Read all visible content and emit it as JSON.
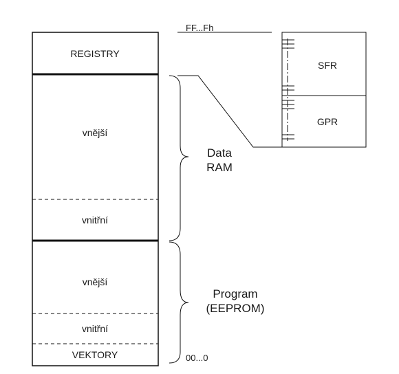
{
  "memory_map": {
    "registers": "REGISTRY",
    "data_external": "vnější",
    "data_internal": "vnitřní",
    "program_external": "vnější",
    "program_internal": "vnitřní",
    "vectors": "VEKTORY"
  },
  "addresses": {
    "top": "FF...Fh",
    "bottom": "00...0"
  },
  "groups": {
    "data_line1": "Data",
    "data_line2": "RAM",
    "program_line1": "Program",
    "program_line2": "(EEPROM)"
  },
  "register_detail": {
    "sfr": "SFR",
    "gpr": "GPR"
  }
}
